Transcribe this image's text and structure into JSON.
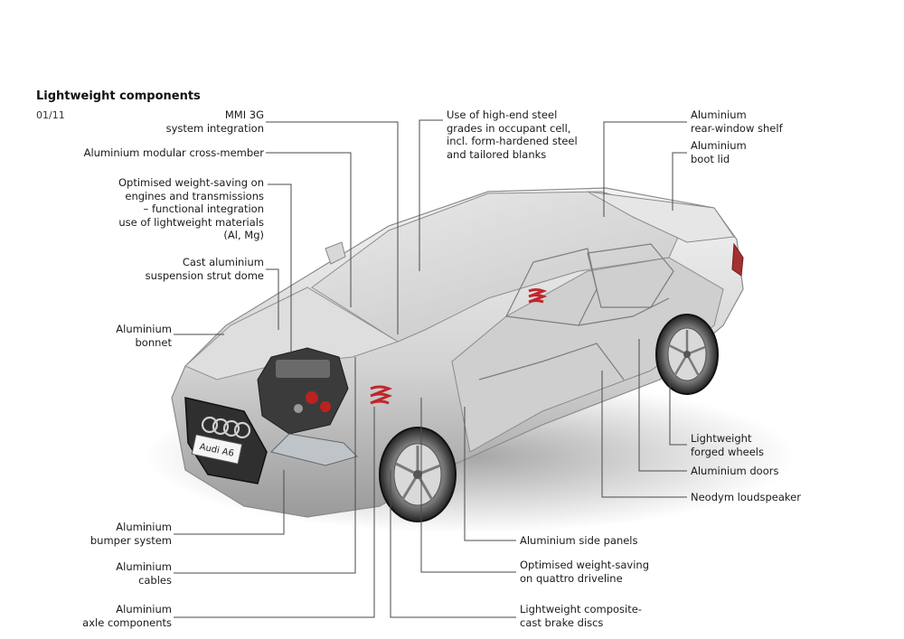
{
  "header": {
    "title": "Lightweight components",
    "page": "01/11"
  },
  "car": {
    "badge": "Audi A6"
  },
  "callouts": {
    "mmi": [
      "MMI 3G",
      "system integration"
    ],
    "cross_member": [
      "Aluminium modular cross-member"
    ],
    "engines": [
      "Optimised weight-saving on",
      "engines and transmissions",
      "– functional integration",
      "use of lightweight materials",
      "(Al, Mg)"
    ],
    "strut_dome": [
      "Cast aluminium",
      "suspension strut dome"
    ],
    "bonnet": [
      "Aluminium",
      "bonnet"
    ],
    "bumper": [
      "Aluminium",
      "bumper system"
    ],
    "cables": [
      "Aluminium",
      "cables"
    ],
    "axle": [
      "Aluminium",
      "axle components"
    ],
    "steel": [
      "Use of high-end steel",
      "grades in occupant cell,",
      "incl. form-hardened steel",
      "and tailored blanks"
    ],
    "rear_shelf": [
      "Aluminium",
      "rear-window shelf"
    ],
    "boot_lid": [
      "Aluminium",
      "boot lid"
    ],
    "wheels": [
      "Lightweight",
      "forged wheels"
    ],
    "doors": [
      "Aluminium doors"
    ],
    "loudspeaker": [
      "Neodym loudspeaker"
    ],
    "side_panels": [
      "Aluminium side panels"
    ],
    "driveline": [
      "Optimised weight-saving",
      "on quattro driveline"
    ],
    "brake_discs": [
      "Lightweight composite-",
      "cast brake discs"
    ]
  }
}
